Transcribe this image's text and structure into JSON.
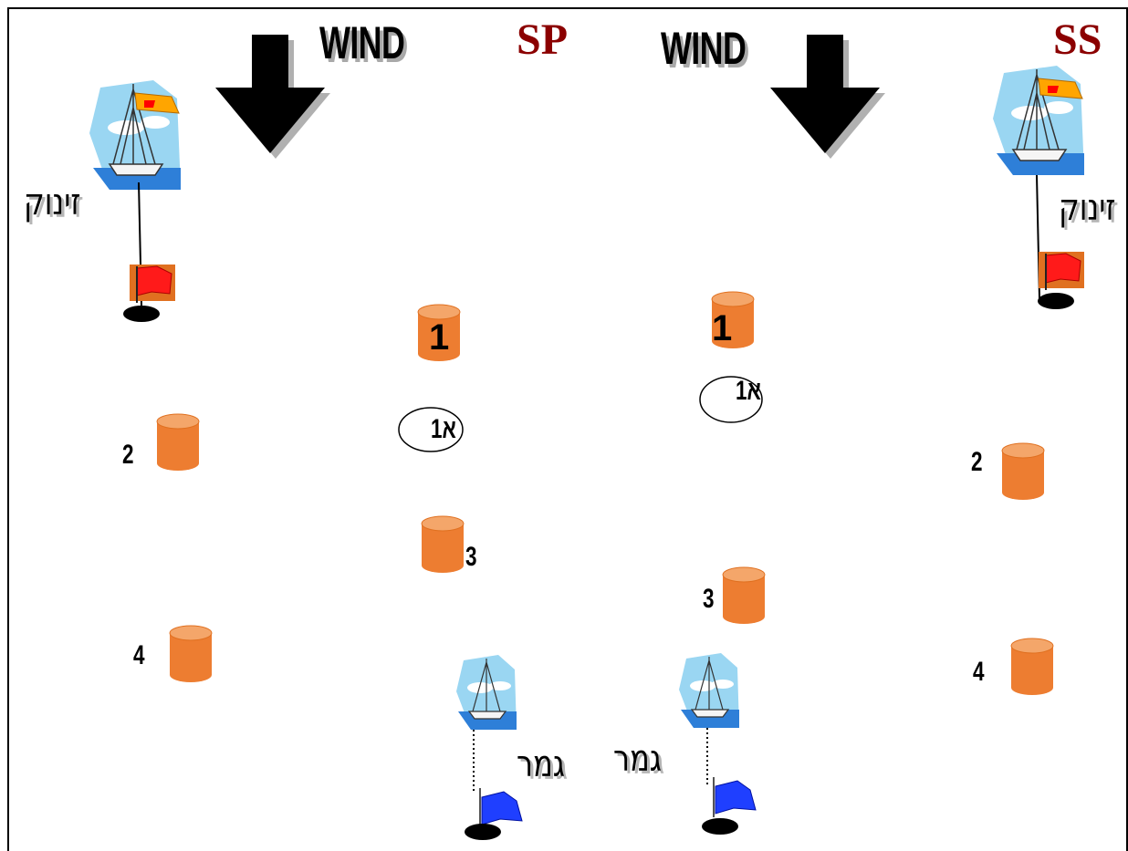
{
  "panels": [
    {
      "code": "SP",
      "wind_label": "WIND",
      "start_label": "זינוק",
      "finish_label": "גמר",
      "marks": {
        "m1": "1",
        "m1a": "1א",
        "m2": "2",
        "m3": "3",
        "m4": "4"
      }
    },
    {
      "code": "SS",
      "wind_label": "WIND",
      "start_label": "זינוק",
      "finish_label": "גמר",
      "marks": {
        "m1": "1",
        "m1a": "1א",
        "m2": "2",
        "m3": "3",
        "m4": "4"
      }
    }
  ],
  "colors": {
    "buoy": "#ed7d31",
    "buoy_top": "#f4a66a",
    "code_text": "#8b0000",
    "start_flag": "#ff1a1a",
    "finish_flag": "#1f3fff",
    "boat_sky": "#9ad6f2",
    "boat_sea": "#2e7fd8"
  },
  "icons": [
    "wind-arrow-icon",
    "sailboat-icon",
    "red-flag-icon",
    "blue-flag-icon",
    "buoy-icon",
    "anchor-ellipse-icon"
  ]
}
